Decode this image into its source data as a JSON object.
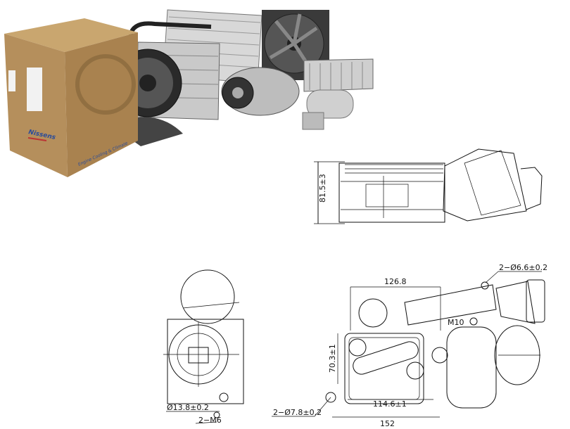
{
  "product_photo": {
    "box_brand": "Nissens",
    "box_tagline": "Engine Cooling & Climate",
    "colors": {
      "cardboard": "#b58f5c",
      "cardboard_dark": "#8f6c3f",
      "brand_blue": "#2a4c9a",
      "metal": "#9a9a9a"
    }
  },
  "side_view": {
    "height_label": "81.5±3"
  },
  "end_view": {
    "bore_label": "Ø13.8±0.2",
    "thread_label": "2−M6"
  },
  "front_view": {
    "top_width_label": "126.8",
    "mount_hole_label": "2−Ø6.6±0.2",
    "thread_label": "M10",
    "height_label": "70.3±1",
    "inner_width_label": "114.6±1",
    "overall_width_label": "152",
    "bottom_hole_label": "2−Ø7.8±0.2"
  }
}
